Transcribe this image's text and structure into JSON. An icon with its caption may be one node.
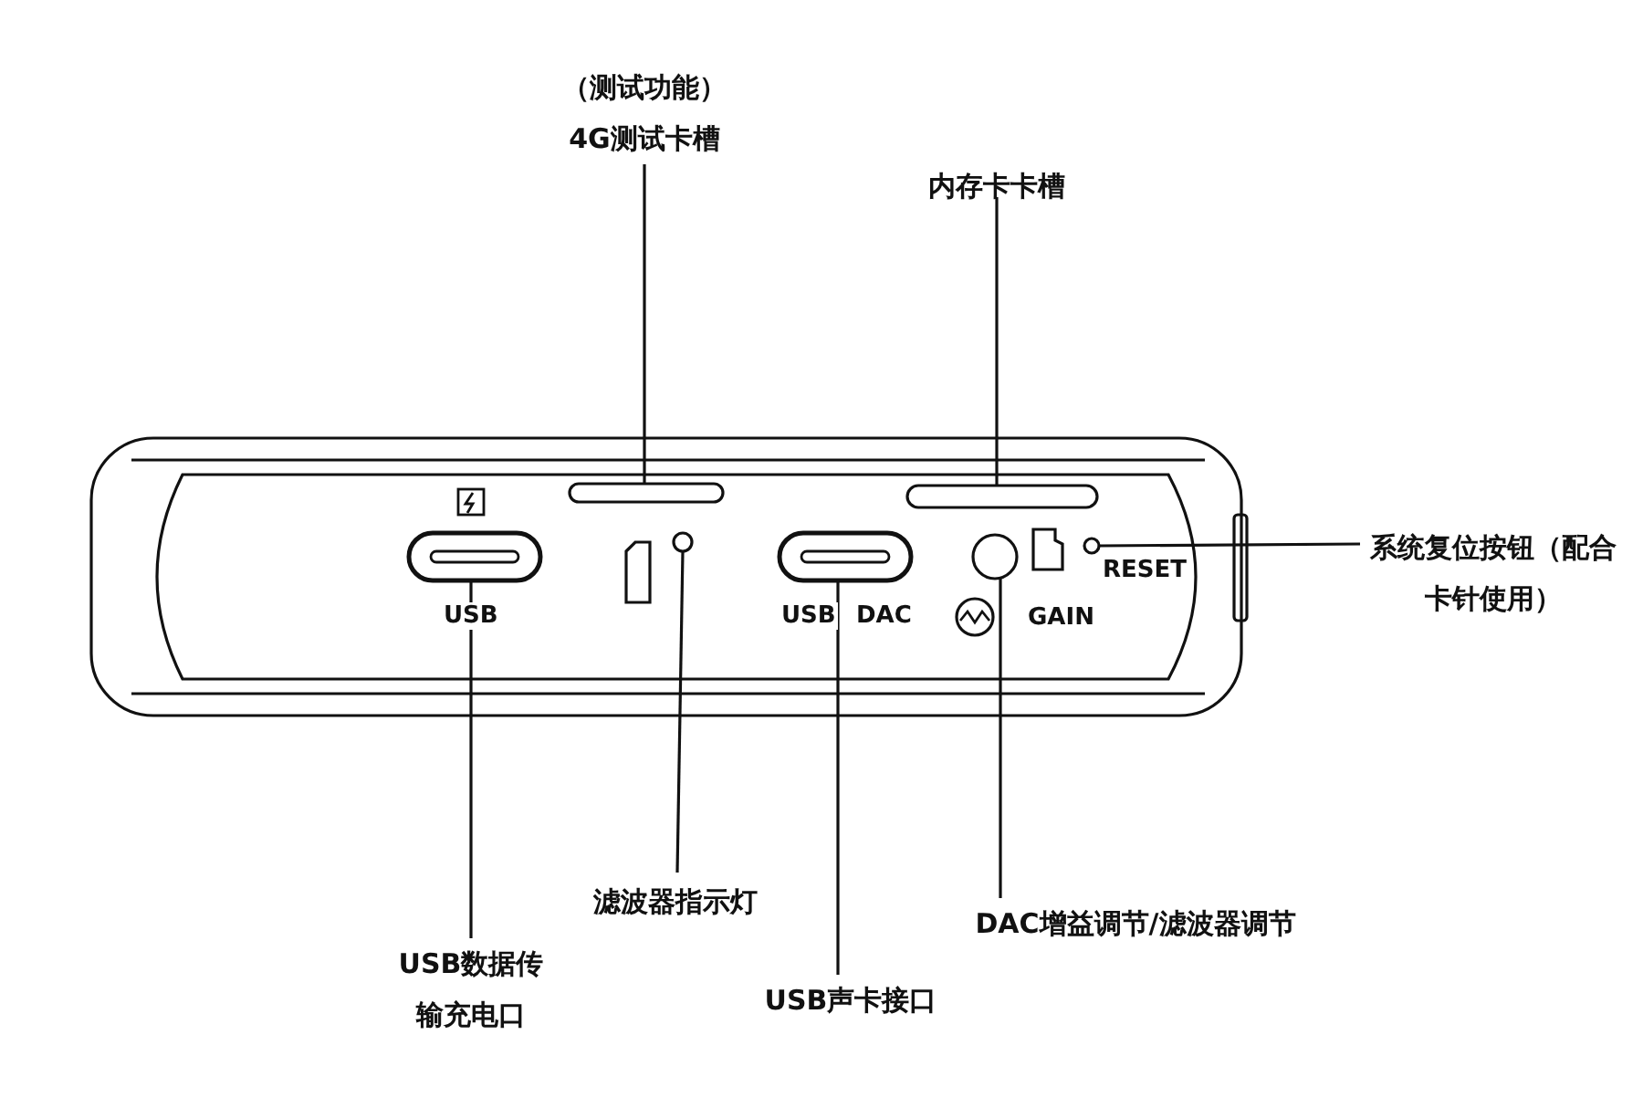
{
  "diagram": {
    "nodes": [
      {
        "text": [
          "（测试功能）4G测试卡槽"
        ]
      },
      {
        "text": [
          "内存卡卡槽"
        ]
      },
      {
        "text": [
          "系统复位按钮（配合卡针使用）"
        ]
      },
      {
        "text": [
          "滤波器指示灯"
        ]
      },
      {
        "text": [
          "USB数据传输充电口"
        ]
      },
      {
        "text": [
          "USB声卡接口"
        ]
      },
      {
        "text": [
          "DAC增益调节/滤波器调节"
        ]
      },
      {
        "text": [],
        "shape": "box"
      },
      {
        "text": [],
        "shape": "bar"
      },
      {
        "text": [],
        "shape": "circle"
      },
      {
        "text": [],
        "shape": "box"
      },
      {
        "text": [],
        "shape": "bar"
      },
      {
        "text": [],
        "shape": "circle"
      },
      {
        "text": [],
        "shape": "circle"
      }
    ],
    "edges": [
      {
        "from": 0,
        "to": 8,
        "arrow": "none"
      },
      {
        "from": 1,
        "to": 11,
        "arrow": "none"
      },
      {
        "from": 2,
        "to": 13,
        "arrow": "none"
      },
      {
        "from": 3,
        "to": 9,
        "arrow": "none"
      },
      {
        "from": 4,
        "to": 7,
        "arrow": "none"
      },
      {
        "from": 5,
        "to": 10,
        "arrow": "none"
      },
      {
        "from": 6,
        "to": 12,
        "arrow": "none"
      }
    ],
    "labels": [
      "USB",
      "USB",
      "DAC",
      "GAIN",
      "RESET"
    ]
  }
}
